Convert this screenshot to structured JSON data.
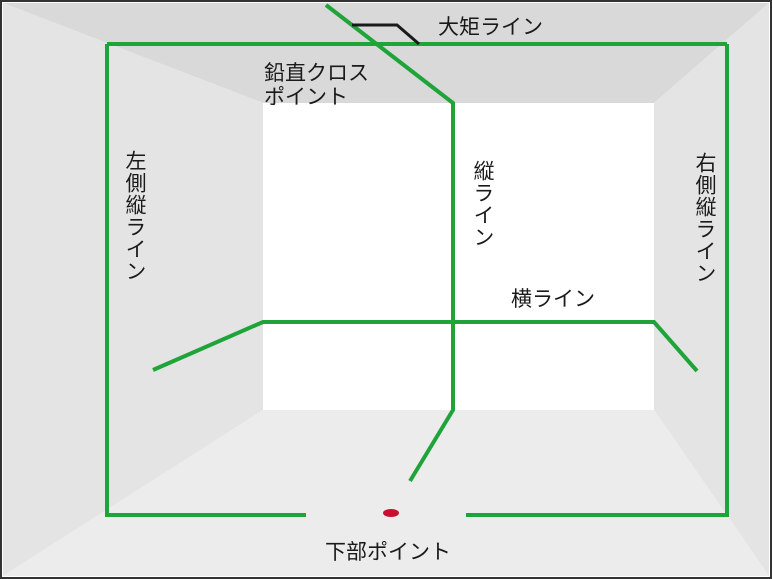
{
  "labels": {
    "top_right_angle_line": "大矩ライン",
    "plumb_cross_point": "鉛直クロス\nポイント",
    "left_vertical_line": "左側縦ライン",
    "center_vertical_line": "縦ライン",
    "right_vertical_line": "右側縦ライン",
    "horizontal_line": "横ライン",
    "bottom_point": "下部ポイント"
  },
  "colors": {
    "laser_line": "#1fa43a",
    "laser_point": "#c8102e",
    "ceiling": "#d9d9d9",
    "side_walls": "#e4e4e4",
    "floor": "#ececec",
    "back_wall": "#ffffff",
    "frame": "#333333"
  }
}
